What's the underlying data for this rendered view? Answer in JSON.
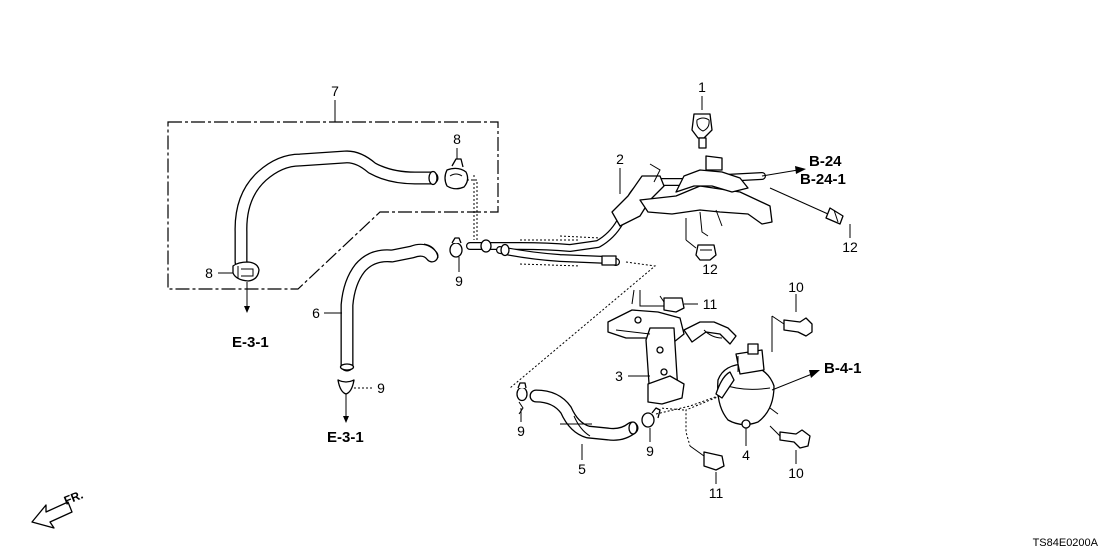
{
  "callouts": {
    "c1": "1",
    "c2": "2",
    "c3": "3",
    "c4": "4",
    "c5": "5",
    "c6": "6",
    "c7": "7",
    "c8a": "8",
    "c8b": "8",
    "c9a": "9",
    "c9b": "9",
    "c9c": "9",
    "c9d": "9",
    "c10a": "10",
    "c10b": "10",
    "c11a": "11",
    "c11b": "11",
    "c12a": "12",
    "c12b": "12"
  },
  "references": {
    "b24": "B-24",
    "b241": "B-24-1",
    "b41": "B-4-1",
    "e31a": "E-3-1",
    "e31b": "E-3-1"
  },
  "direction_label": "FR.",
  "diagram_code": "TS84E0200A"
}
